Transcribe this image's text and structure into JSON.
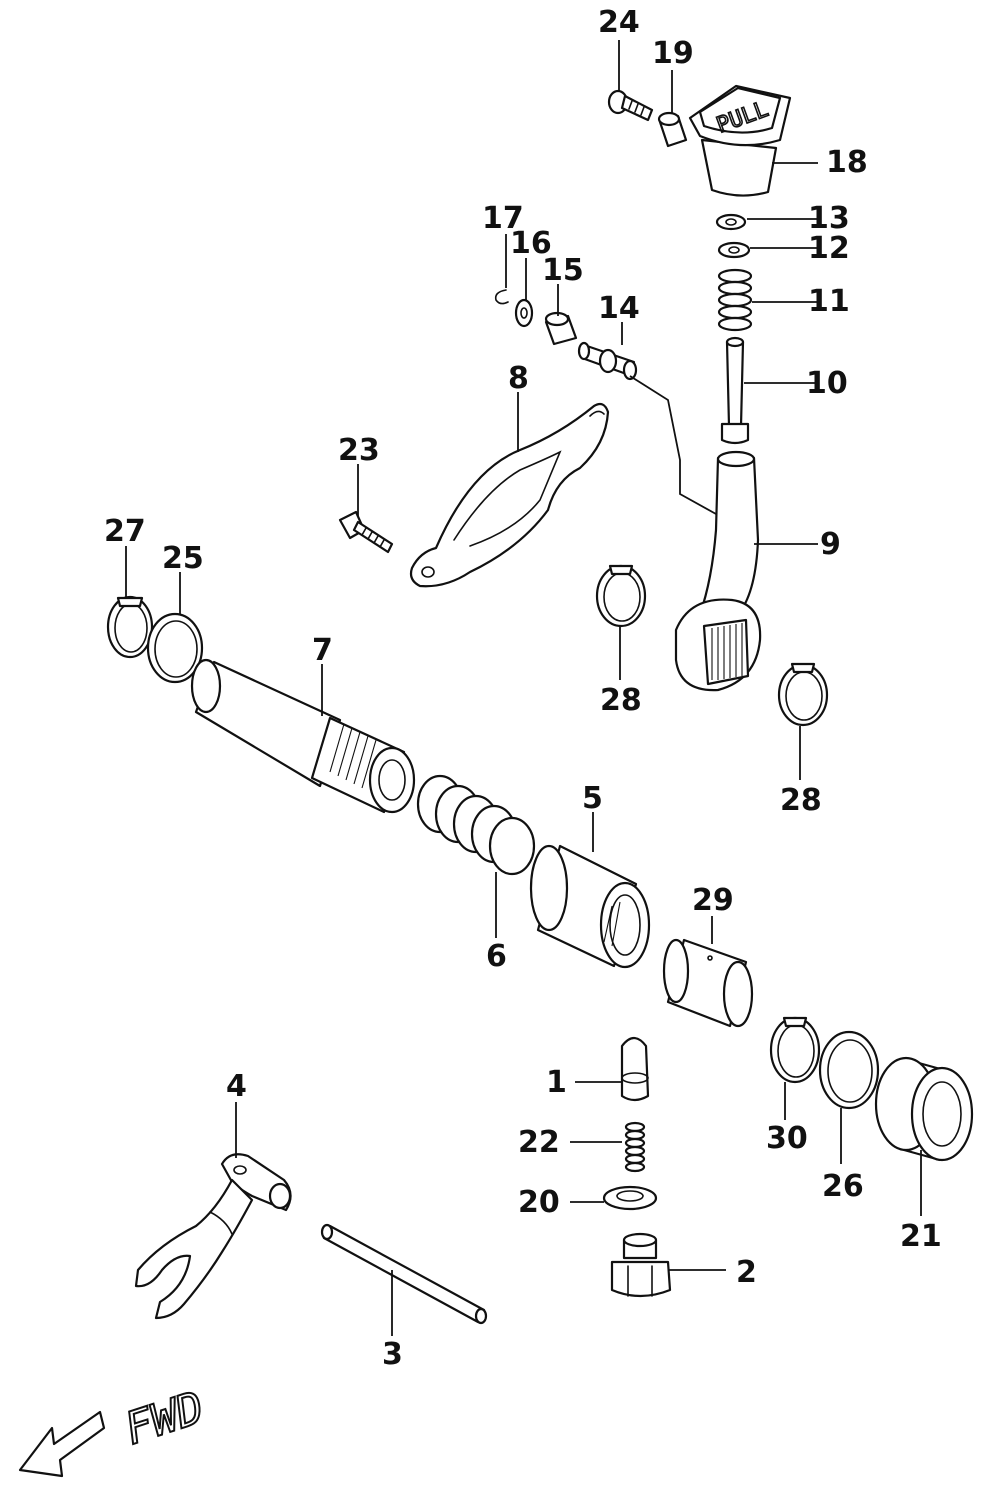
{
  "diagram": {
    "direction_label": "FWD",
    "part_labels": [
      "1",
      "2",
      "3",
      "4",
      "5",
      "6",
      "7",
      "8",
      "9",
      "10",
      "11",
      "12",
      "13",
      "14",
      "15",
      "16",
      "17",
      "18",
      "19",
      "20",
      "21",
      "22",
      "23",
      "24",
      "25",
      "26",
      "27",
      "28",
      "28",
      "29",
      "30"
    ],
    "knob_text": "PULL"
  }
}
